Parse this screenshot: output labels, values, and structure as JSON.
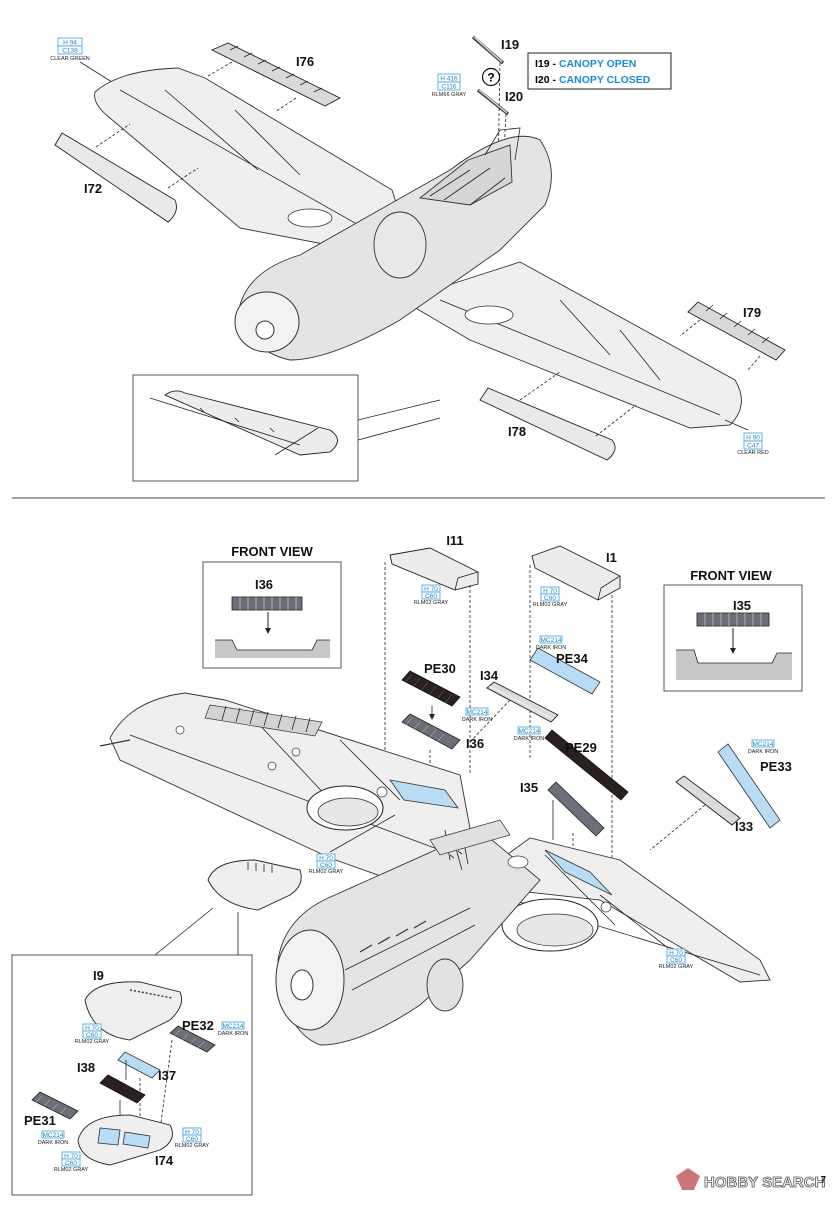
{
  "page_number": "7",
  "watermark": "HOBBY SEARCH",
  "legend": {
    "open_part": "I19",
    "open_label": "CANOPY OPEN",
    "closed_part": "I20",
    "closed_label": "CANOPY CLOSED",
    "sep": " - "
  },
  "query_mark": "?",
  "top": {
    "labels": {
      "i19": "I19",
      "i20": "I20",
      "i76": "I76",
      "i72": "I72",
      "i79": "I79",
      "i78": "I78"
    },
    "color_green": {
      "h": "H 94",
      "c": "C138",
      "name": "CLEAR GREEN"
    },
    "color_gray66": {
      "h": "H 416",
      "c": "C116",
      "name": "RLM66 GRAY"
    },
    "color_red": {
      "h": "H 90",
      "c": "C47",
      "name": "CLEAR RED"
    }
  },
  "bottom": {
    "front_view_left": "FRONT VIEW",
    "front_view_right": "FRONT VIEW",
    "labels": {
      "i11": "I11",
      "i1": "I1",
      "i36_fv": "I36",
      "i35_fv": "I35",
      "pe30": "PE30",
      "pe34": "PE34",
      "i34": "I34",
      "i36": "I36",
      "pe29": "PE29",
      "i35": "I35",
      "pe33": "PE33",
      "i33": "I33",
      "i9": "I9",
      "pe32": "PE32",
      "i38": "I38",
      "i37": "I37",
      "pe31": "PE31",
      "i74": "I74"
    },
    "rlm02": {
      "h": "H 70",
      "c": "C60",
      "name": "RLM02 GRAY"
    },
    "iron": {
      "c": "MC214",
      "name": "DARK IRON"
    }
  }
}
